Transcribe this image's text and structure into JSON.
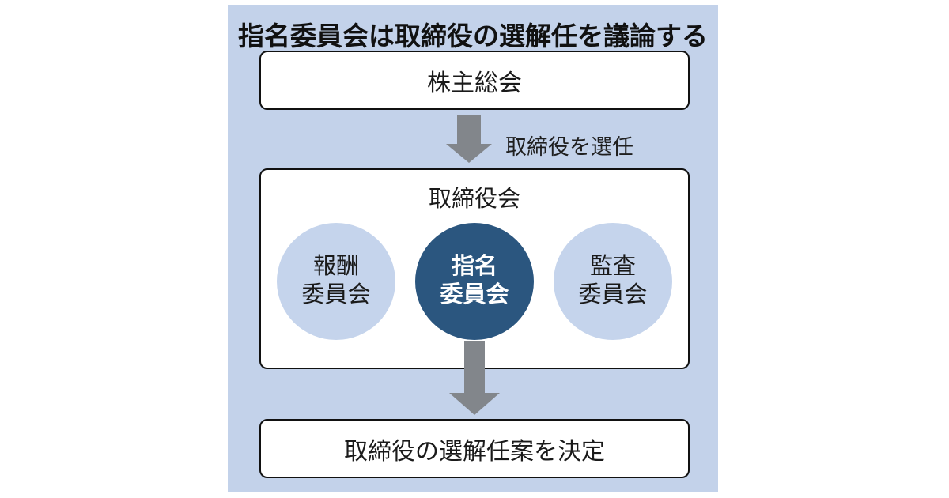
{
  "diagram": {
    "title": "指名委員会は取締役の選解任を議論する",
    "shareholders_box": {
      "label": "株主総会"
    },
    "arrow_label": "取締役を選任",
    "board_box": {
      "title": "取締役会",
      "committees": [
        {
          "name": "報酬委員会",
          "line1": "報酬",
          "line2": "委員会",
          "highlighted": false
        },
        {
          "name": "指名委員会",
          "line1": "指名",
          "line2": "委員会",
          "highlighted": true
        },
        {
          "name": "監査委員会",
          "line1": "監査",
          "line2": "委員会",
          "highlighted": false
        }
      ]
    },
    "decision_box": {
      "label": "取締役の選解任案を決定"
    },
    "colors": {
      "panel_bg": "#c3d2ea",
      "circle_light": "#c5d4ec",
      "circle_dark": "#2b567f",
      "circle_dark_text": "#ffffff",
      "arrow_gray": "#82868b",
      "box_border": "#111111",
      "text": "#1a1a1a"
    }
  }
}
